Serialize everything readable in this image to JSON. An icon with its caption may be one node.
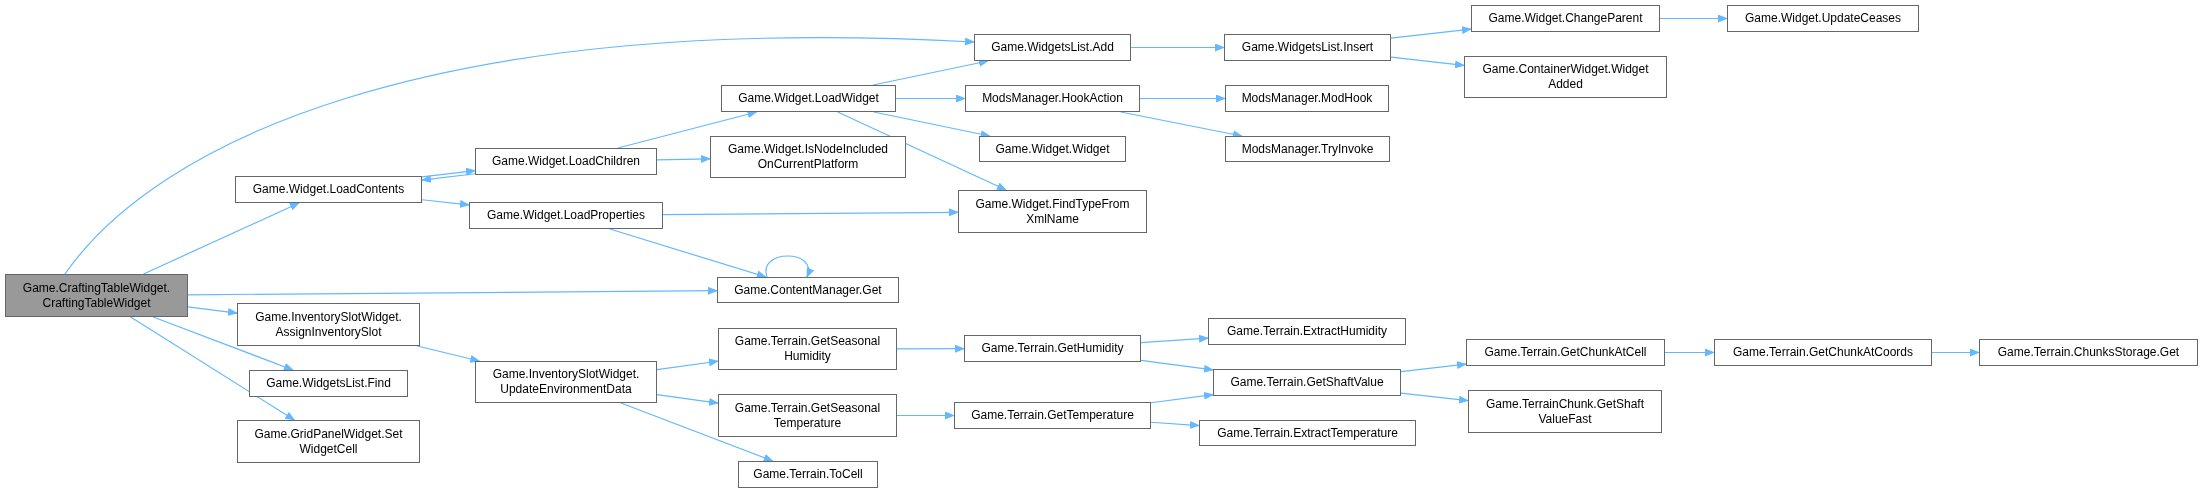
{
  "diagram": {
    "nodes": [
      {
        "text": [
          "Game.CraftingTableWidget. CraftingTableWidget"
        ]
      },
      {
        "text": [
          "Game.Widget.LoadContents"
        ]
      },
      {
        "text": [
          "Game.Widget.LoadChildren"
        ]
      },
      {
        "text": [
          "Game.Widget.LoadProperties"
        ]
      },
      {
        "text": [
          "Game.ContentManager.Get"
        ]
      },
      {
        "text": [
          "Game.InventorySlotWidget. AssignInventorySlot"
        ]
      },
      {
        "text": [
          "Game.WidgetsList.Find"
        ]
      },
      {
        "text": [
          "Game.GridPanelWidget.Set WidgetCell"
        ]
      },
      {
        "text": [
          "Game.InventorySlotWidget. UpdateEnvironmentData"
        ]
      },
      {
        "text": [
          "Game.Widget.LoadWidget"
        ]
      },
      {
        "text": [
          "Game.Widget.IsNodeIncluded OnCurrentPlatform"
        ]
      },
      {
        "text": [
          "Game.WidgetsList.Add"
        ]
      },
      {
        "text": [
          "ModsManager.HookAction"
        ]
      },
      {
        "text": [
          "Game.Widget.Widget"
        ]
      },
      {
        "text": [
          "Game.Widget.FindTypeFrom XmlName"
        ]
      },
      {
        "text": [
          "Game.WidgetsList.Insert"
        ]
      },
      {
        "text": [
          "ModsManager.ModHook"
        ]
      },
      {
        "text": [
          "ModsManager.TryInvoke"
        ]
      },
      {
        "text": [
          "Game.Widget.ChangeParent"
        ]
      },
      {
        "text": [
          "Game.ContainerWidget.Widget Added"
        ]
      },
      {
        "text": [
          "Game.Widget.UpdateCeases"
        ]
      },
      {
        "text": [
          "Game.Terrain.GetSeasonal Humidity"
        ]
      },
      {
        "text": [
          "Game.Terrain.GetSeasonal Temperature"
        ]
      },
      {
        "text": [
          "Game.Terrain.ToCell"
        ]
      },
      {
        "text": [
          "Game.Terrain.GetHumidity"
        ]
      },
      {
        "text": [
          "Game.Terrain.GetTemperature"
        ]
      },
      {
        "text": [
          "Game.Terrain.ExtractHumidity"
        ]
      },
      {
        "text": [
          "Game.Terrain.GetShaftValue"
        ]
      },
      {
        "text": [
          "Game.Terrain.ExtractTemperature"
        ]
      },
      {
        "text": [
          "Game.Terrain.GetChunkAtCell"
        ]
      },
      {
        "text": [
          "Game.TerrainChunk.GetShaft ValueFast"
        ]
      },
      {
        "text": [
          "Game.Terrain.GetChunkAtCoords"
        ]
      },
      {
        "text": [
          "Game.Terrain.ChunksStorage.Get"
        ]
      }
    ],
    "edges": [
      {
        "from": 0,
        "to": 11,
        "arrow": "to"
      },
      {
        "from": 0,
        "to": 1,
        "arrow": "to"
      },
      {
        "from": 0,
        "to": 4,
        "arrow": "to"
      },
      {
        "from": 0,
        "to": 5,
        "arrow": "to"
      },
      {
        "from": 0,
        "to": 6,
        "arrow": "to"
      },
      {
        "from": 0,
        "to": 7,
        "arrow": "to"
      },
      {
        "from": 1,
        "to": 2,
        "arrow": "to"
      },
      {
        "from": 2,
        "to": 1,
        "arrow": "to"
      },
      {
        "from": 1,
        "to": 3,
        "arrow": "to"
      },
      {
        "from": 2,
        "to": 9,
        "arrow": "to"
      },
      {
        "from": 2,
        "to": 10,
        "arrow": "to"
      },
      {
        "from": 3,
        "to": 14,
        "arrow": "to"
      },
      {
        "from": 3,
        "to": 4,
        "arrow": "to"
      },
      {
        "from": 4,
        "to": 4,
        "arrow": "to"
      },
      {
        "from": 9,
        "to": 11,
        "arrow": "to"
      },
      {
        "from": 9,
        "to": 12,
        "arrow": "to"
      },
      {
        "from": 9,
        "to": 13,
        "arrow": "to"
      },
      {
        "from": 9,
        "to": 14,
        "arrow": "to"
      },
      {
        "from": 11,
        "to": 15,
        "arrow": "to"
      },
      {
        "from": 15,
        "to": 18,
        "arrow": "to"
      },
      {
        "from": 15,
        "to": 19,
        "arrow": "to"
      },
      {
        "from": 18,
        "to": 20,
        "arrow": "to"
      },
      {
        "from": 12,
        "to": 16,
        "arrow": "to"
      },
      {
        "from": 12,
        "to": 17,
        "arrow": "to"
      },
      {
        "from": 5,
        "to": 8,
        "arrow": "to"
      },
      {
        "from": 8,
        "to": 21,
        "arrow": "to"
      },
      {
        "from": 8,
        "to": 22,
        "arrow": "to"
      },
      {
        "from": 8,
        "to": 23,
        "arrow": "to"
      },
      {
        "from": 21,
        "to": 24,
        "arrow": "to"
      },
      {
        "from": 22,
        "to": 25,
        "arrow": "to"
      },
      {
        "from": 24,
        "to": 26,
        "arrow": "to"
      },
      {
        "from": 24,
        "to": 27,
        "arrow": "to"
      },
      {
        "from": 25,
        "to": 27,
        "arrow": "to"
      },
      {
        "from": 25,
        "to": 28,
        "arrow": "to"
      },
      {
        "from": 27,
        "to": 29,
        "arrow": "to"
      },
      {
        "from": 27,
        "to": 30,
        "arrow": "to"
      },
      {
        "from": 29,
        "to": 31,
        "arrow": "to"
      },
      {
        "from": 31,
        "to": 32,
        "arrow": "to"
      }
    ]
  }
}
